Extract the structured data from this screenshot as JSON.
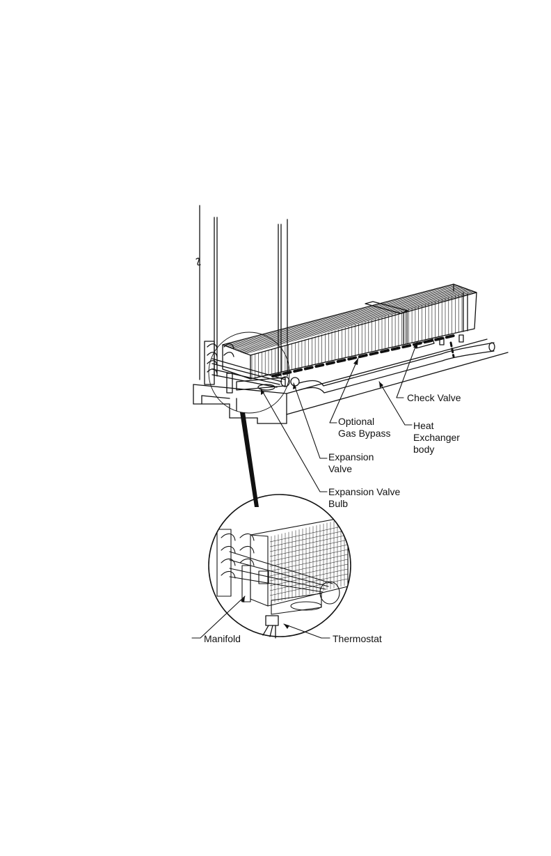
{
  "labels": {
    "check_valve": "Check Valve",
    "optional_gas_bypass_1": "Optional",
    "optional_gas_bypass_2": "Gas Bypass",
    "heat_exchanger_1": "Heat",
    "heat_exchanger_2": "Exchanger",
    "heat_exchanger_3": "body",
    "expansion_valve_1": "Expansion",
    "expansion_valve_2": "Valve",
    "expansion_valve_bulb_1": "Expansion Valve",
    "expansion_valve_bulb_2": "Bulb",
    "manifold": "Manifold",
    "thermostat": "Thermostat"
  },
  "colors": {
    "ink": "#111111",
    "paper": "#ffffff"
  }
}
